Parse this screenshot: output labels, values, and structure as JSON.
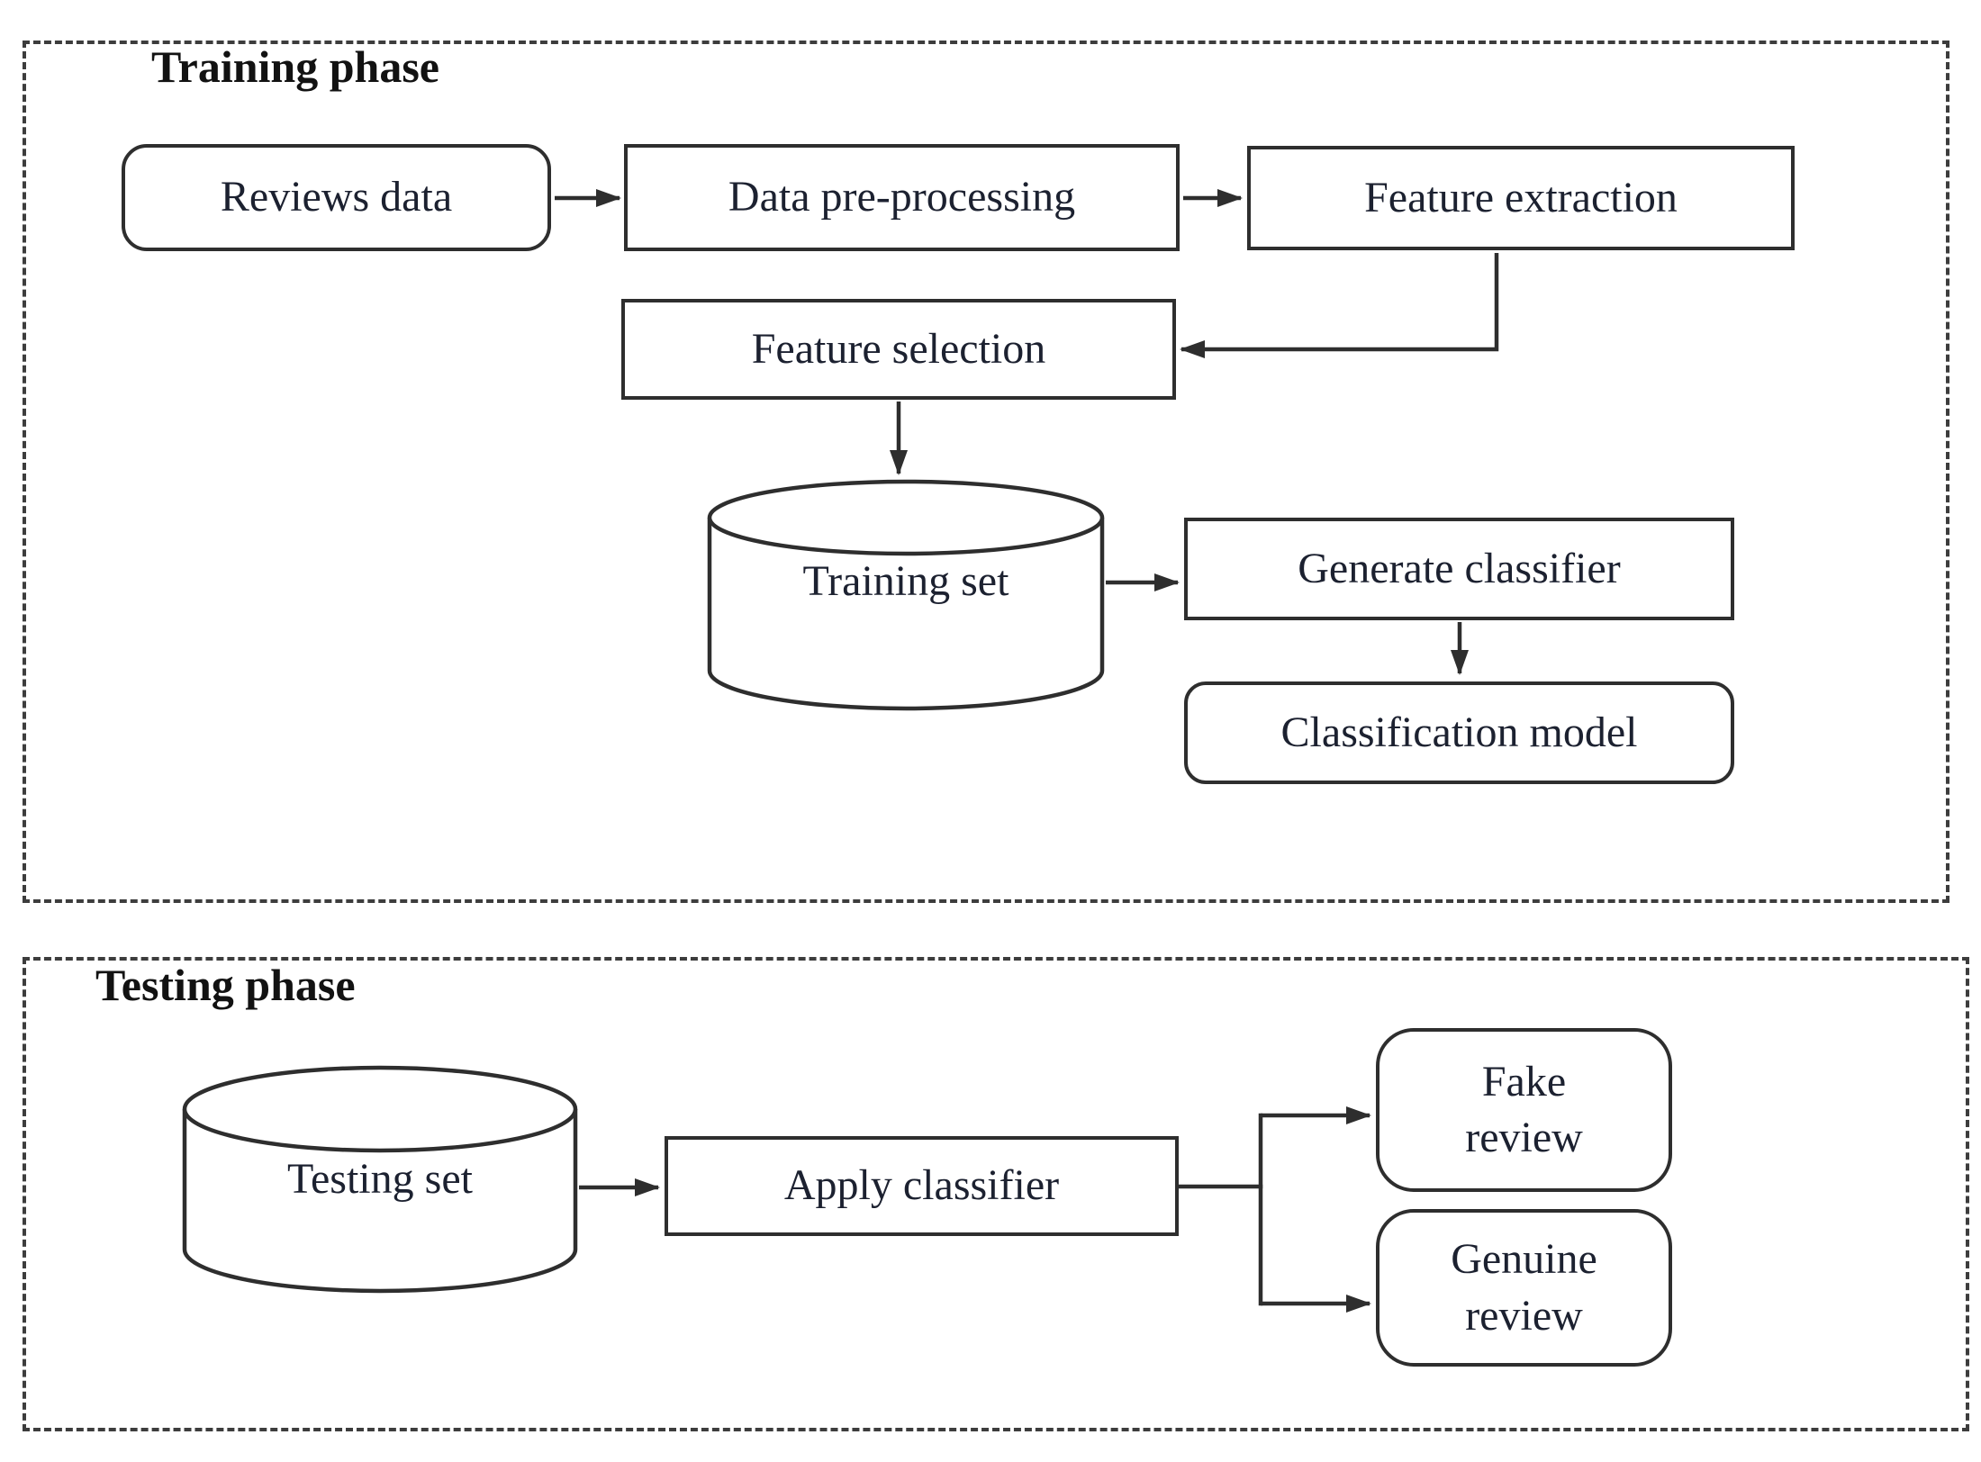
{
  "training": {
    "title": "Training phase",
    "nodes": {
      "reviews_data": "Reviews data",
      "data_preprocessing": "Data pre-processing",
      "feature_extraction": "Feature extraction",
      "feature_selection": "Feature selection",
      "training_set": "Training set",
      "generate_classifier": "Generate classifier",
      "classification_model": "Classification model"
    },
    "edges": [
      {
        "from": "Reviews data",
        "to": "Data pre-processing"
      },
      {
        "from": "Data pre-processing",
        "to": "Feature extraction"
      },
      {
        "from": "Feature extraction",
        "to": "Feature selection"
      },
      {
        "from": "Feature selection",
        "to": "Training set"
      },
      {
        "from": "Training set",
        "to": "Generate classifier"
      },
      {
        "from": "Generate classifier",
        "to": "Classification model"
      }
    ]
  },
  "testing": {
    "title": "Testing phase",
    "nodes": {
      "testing_set": "Testing set",
      "apply_classifier": "Apply classifier",
      "fake_review": "Fake\nreview",
      "genuine_review": "Genuine\nreview"
    },
    "edges": [
      {
        "from": "Testing set",
        "to": "Apply classifier"
      },
      {
        "from": "Apply classifier",
        "to": "Fake review"
      },
      {
        "from": "Apply classifier",
        "to": "Genuine review"
      }
    ]
  },
  "colors": {
    "stroke": "#2e2e2e",
    "text": "#1c2130",
    "title": "#121212",
    "background": "#ffffff"
  }
}
